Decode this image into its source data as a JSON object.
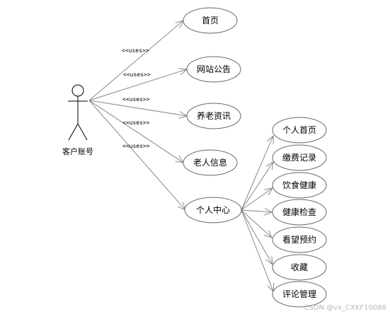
{
  "actor": {
    "label": "客户账号"
  },
  "stereotype": "<<uses>>",
  "main_cases": [
    {
      "id": "home",
      "label": "首页"
    },
    {
      "id": "notice",
      "label": "网站公告"
    },
    {
      "id": "news",
      "label": "养老资讯"
    },
    {
      "id": "elder",
      "label": "老人信息"
    },
    {
      "id": "center",
      "label": "个人中心"
    }
  ],
  "sub_cases": [
    {
      "id": "personal-home",
      "label": "个人首页"
    },
    {
      "id": "payment",
      "label": "缴费记录"
    },
    {
      "id": "diet",
      "label": "饮食健康"
    },
    {
      "id": "checkup",
      "label": "健康检查"
    },
    {
      "id": "visit",
      "label": "看望预约"
    },
    {
      "id": "favorites",
      "label": "收藏"
    },
    {
      "id": "comments",
      "label": "评论管理"
    }
  ],
  "watermark": "CSDN @vx_CXKF10088"
}
